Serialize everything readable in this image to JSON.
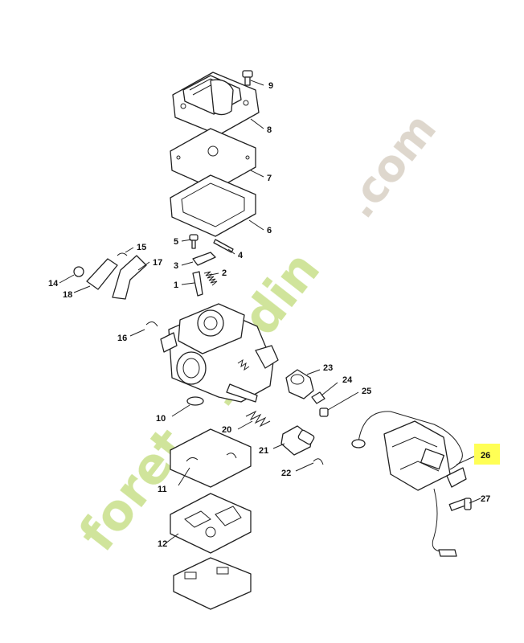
{
  "diagram": {
    "highlight_color": "#ffff55",
    "line_color": "#222222",
    "callouts": [
      {
        "id": "p1",
        "label": "1"
      },
      {
        "id": "p2",
        "label": "2"
      },
      {
        "id": "p3",
        "label": "3"
      },
      {
        "id": "p4",
        "label": "4"
      },
      {
        "id": "p5",
        "label": "5"
      },
      {
        "id": "p6",
        "label": "6"
      },
      {
        "id": "p7",
        "label": "7"
      },
      {
        "id": "p8",
        "label": "8"
      },
      {
        "id": "p9",
        "label": "9"
      },
      {
        "id": "p10",
        "label": "10"
      },
      {
        "id": "p11",
        "label": "11"
      },
      {
        "id": "p12",
        "label": "12"
      },
      {
        "id": "p14",
        "label": "14"
      },
      {
        "id": "p15",
        "label": "15"
      },
      {
        "id": "p16",
        "label": "16"
      },
      {
        "id": "p17",
        "label": "17"
      },
      {
        "id": "p18",
        "label": "18"
      },
      {
        "id": "p20",
        "label": "20"
      },
      {
        "id": "p21",
        "label": "21"
      },
      {
        "id": "p22",
        "label": "22"
      },
      {
        "id": "p23",
        "label": "23"
      },
      {
        "id": "p24",
        "label": "24"
      },
      {
        "id": "p25",
        "label": "25"
      },
      {
        "id": "p26",
        "label": "26",
        "highlighted": true
      },
      {
        "id": "p27",
        "label": "27"
      }
    ]
  },
  "watermark": {
    "text_part1": "foret",
    "text_part2": "jardin",
    "text_part3": ".com",
    "color_green": "#c8e08a",
    "color_grey": "#d8d0c4"
  }
}
